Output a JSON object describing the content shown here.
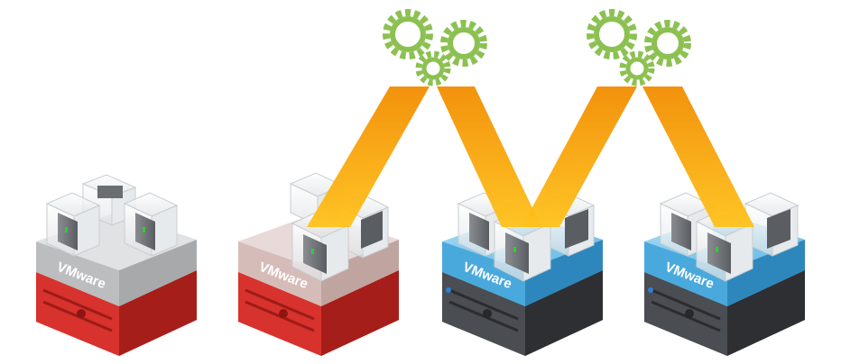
{
  "hosts": [
    {
      "label": "VMware",
      "color": "red"
    },
    {
      "label": "VMware",
      "color": "red"
    },
    {
      "label": "VMware",
      "color": "blue"
    },
    {
      "label": "VMware",
      "color": "blue"
    }
  ],
  "colors": {
    "red_front": "#d7322d",
    "red_top": "#e8433c",
    "red_side": "#b2201b",
    "blue_slab_top": "#7fc9ec",
    "blue_slab_front": "#4aa9dc",
    "blue_slab_side": "#2d87bd",
    "dark_front": "#4a4d52",
    "dark_side": "#2d2f33",
    "gray_slab_top": "#d9dadb",
    "gray_slab_front": "#bcbdbe",
    "beam": "#f7a000",
    "gear": "#8cc152"
  },
  "icons": [
    "gear-icon",
    "server-icon",
    "vm-icon",
    "glass-cube-icon"
  ]
}
